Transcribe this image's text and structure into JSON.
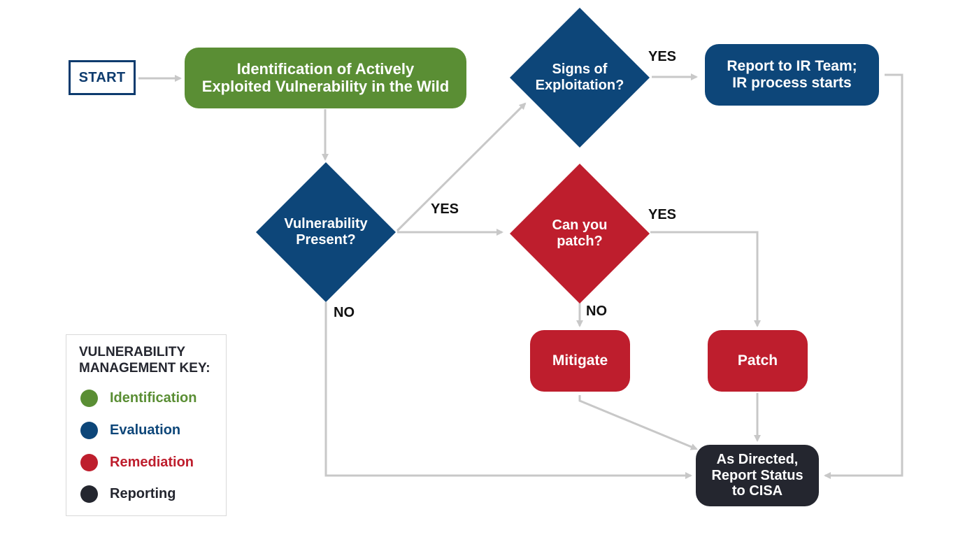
{
  "flowchart": {
    "start": "START",
    "identification": "Identification of Actively\nExploited Vulnerability in the Wild",
    "vulnerability_present": "Vulnerability\nPresent?",
    "signs_of_exploitation": "Signs of\nExploitation?",
    "report_ir": "Report to IR Team;\nIR process starts",
    "can_you_patch": "Can you\npatch?",
    "mitigate": "Mitigate",
    "patch": "Patch",
    "report_cisa": "As Directed,\nReport Status\nto CISA",
    "labels": {
      "yes_exploitation": "YES",
      "yes_vulnerability": "YES",
      "yes_patch": "YES",
      "no_vulnerability": "NO",
      "no_patch": "NO"
    }
  },
  "key": {
    "title": "VULNERABILITY\nMANAGEMENT KEY:",
    "items": [
      {
        "label": "Identification",
        "color": "#5a8e34"
      },
      {
        "label": "Evaluation",
        "color": "#0d4679"
      },
      {
        "label": "Remediation",
        "color": "#be1e2d"
      },
      {
        "label": "Reporting",
        "color": "#24262f"
      }
    ]
  },
  "colors": {
    "identification": "#5a8e34",
    "evaluation": "#0d4679",
    "remediation": "#be1e2d",
    "reporting": "#24262f",
    "connector": "#c8c8c8"
  }
}
